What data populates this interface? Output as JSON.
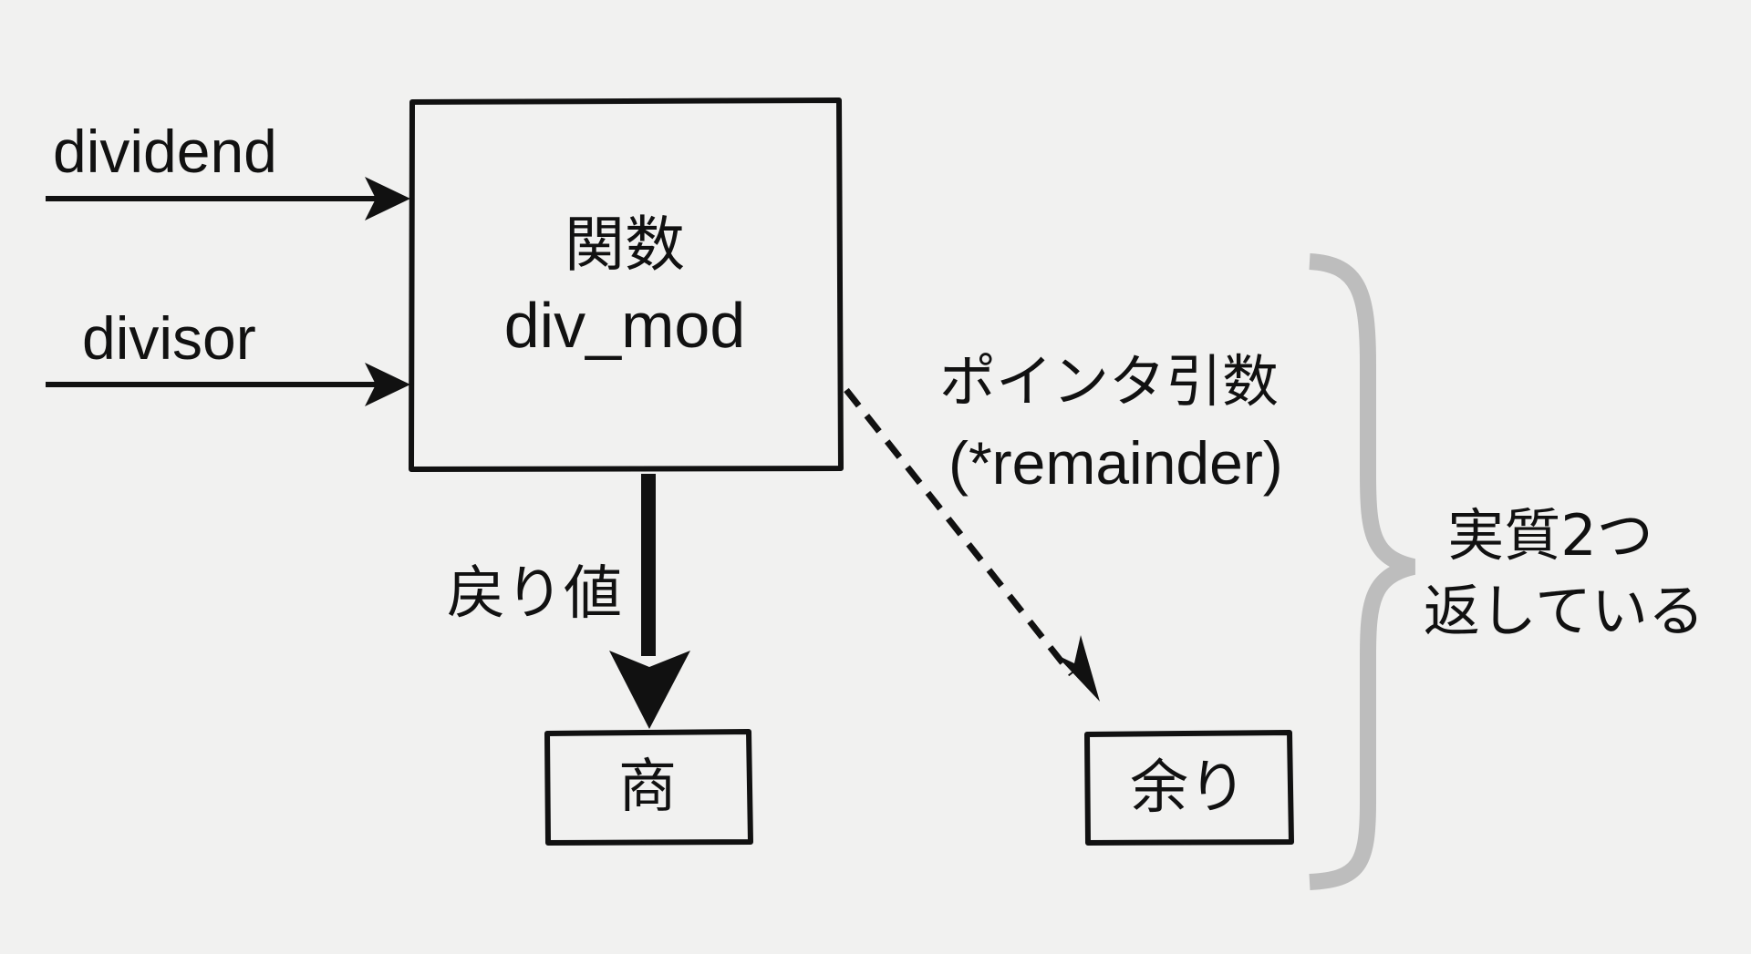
{
  "inputs": {
    "dividend": "dividend",
    "divisor": "divisor"
  },
  "function_box": {
    "title": "関数",
    "name": "div_mod"
  },
  "pointer_arg": {
    "label": "ポインタ引数",
    "param": "(*remainder)"
  },
  "return_value": {
    "label": "戻り値"
  },
  "outputs": {
    "quotient": "商",
    "remainder": "余り"
  },
  "summary": {
    "line1": "実質2つ",
    "line2": "返している"
  },
  "colors": {
    "background": "#f1f1f0",
    "ink": "#111111",
    "brace": "#bdbdbd"
  }
}
